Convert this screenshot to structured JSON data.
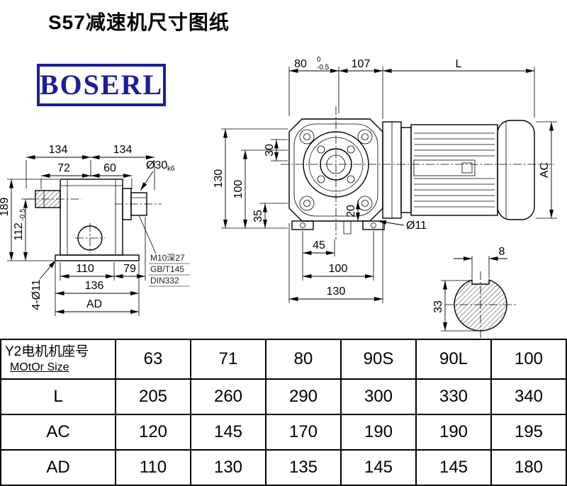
{
  "page": {
    "title": "S57减速机尺寸图纸",
    "logo_text": "BOSERL",
    "logo_color": "#1d1d9c"
  },
  "front_view": {
    "dim_80": "80",
    "dim_80_tol_upper": "0",
    "dim_80_tol_lower": "-0.5",
    "dim_107": "107",
    "dim_L": "L",
    "dim_130_height": "130",
    "dim_100_height": "100",
    "dim_35": "35",
    "dim_30": "30",
    "dim_20": "20",
    "dim_hole": "Ø11",
    "dim_45": "45",
    "dim_100_width": "100",
    "dim_130_width": "130",
    "dim_AC": "AC"
  },
  "side_view": {
    "dim_134_a": "134",
    "dim_134_b": "134",
    "dim_72": "72",
    "dim_60": "60",
    "dim_189": "189",
    "dim_112": "112",
    "dim_112_tol": "-0.5",
    "dim_shaft": "Ø30",
    "dim_shaft_fit": "k6",
    "dim_110": "110",
    "dim_79": "79",
    "dim_136": "136",
    "dim_AD": "AD",
    "dim_foot_holes": "4-Ø11",
    "note_line1": "M10深27",
    "note_line2": "GB/T145",
    "note_line3": "DIN332"
  },
  "shaft_section": {
    "dim_key_width": "8",
    "dim_33": "33"
  },
  "table": {
    "motor_label_cn": "Y2电机机座号",
    "motor_label_en": "MOtOr Size",
    "sizes": [
      "63",
      "71",
      "80",
      "90S",
      "90L",
      "100"
    ],
    "rows": [
      {
        "label": "L",
        "values": [
          "205",
          "260",
          "290",
          "300",
          "330",
          "340"
        ]
      },
      {
        "label": "AC",
        "values": [
          "120",
          "145",
          "170",
          "190",
          "190",
          "195"
        ]
      },
      {
        "label": "AD",
        "values": [
          "110",
          "130",
          "135",
          "145",
          "145",
          "180"
        ]
      }
    ]
  }
}
